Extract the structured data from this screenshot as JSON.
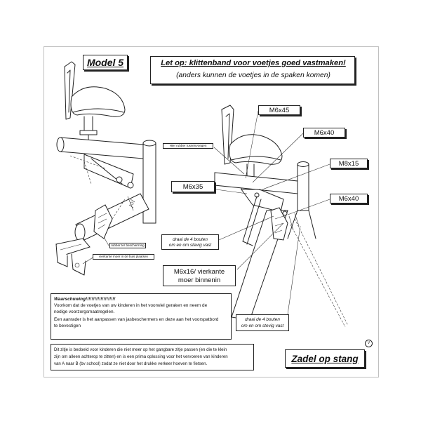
{
  "model_title": "Model 5",
  "warning_line1": "Let op: klittenband voor voetjes goed vastmaken!",
  "warning_line2": "(anders kunnen de voetjes in de spaken komen)",
  "labels": {
    "m6x45": "M6x45",
    "m6x40_top": "M6x40",
    "m8x15": "M8x15",
    "m6x35": "M6x35",
    "m6x40_right": "M6x40",
    "rubber_spacers": "Hier rubber tussenvoegen",
    "rubber_protection": "rubber ter bescherming",
    "square_nut_tube": "vierkante moer in de buis plaatsen",
    "bolts_1_line1": "draai de 4 bouten",
    "bolts_1_line2": "om en om stevig vast",
    "m6x16_line1": "M6x16/ vierkante",
    "m6x16_line2": "moer binnenin",
    "bolts_2_line1": "draai de 4 bouten",
    "bolts_2_line2": "om en om stevig vast"
  },
  "caution": {
    "heading": "Waarschuwing!!!!!!!!!!!!!!!!!!!!",
    "line1": "Voorkom dat de voetjes van uw kinderen in het voorwiel geraken en neem de",
    "line2": "nodige voorzorgsmaatregelen.",
    "line3": "Een aanrader is het aanpassen van jasbeschermers en deze aan het voorspatbord",
    "line4": "te bevestigen"
  },
  "info": {
    "line1": "Dit zitje is bedoeld voor kinderen die niet meer op het gangbare zitje passen (en die te klein",
    "line2": "zijn om alleen achterop te zitten) en is een prima oplossing voor het vervoeren van kinderen",
    "line3": "van A naar B (bv school) zodat ze niet door het drukke verkeer hoeven te fietsen."
  },
  "footer_title": "Zadel op stang",
  "version_mark": "V"
}
